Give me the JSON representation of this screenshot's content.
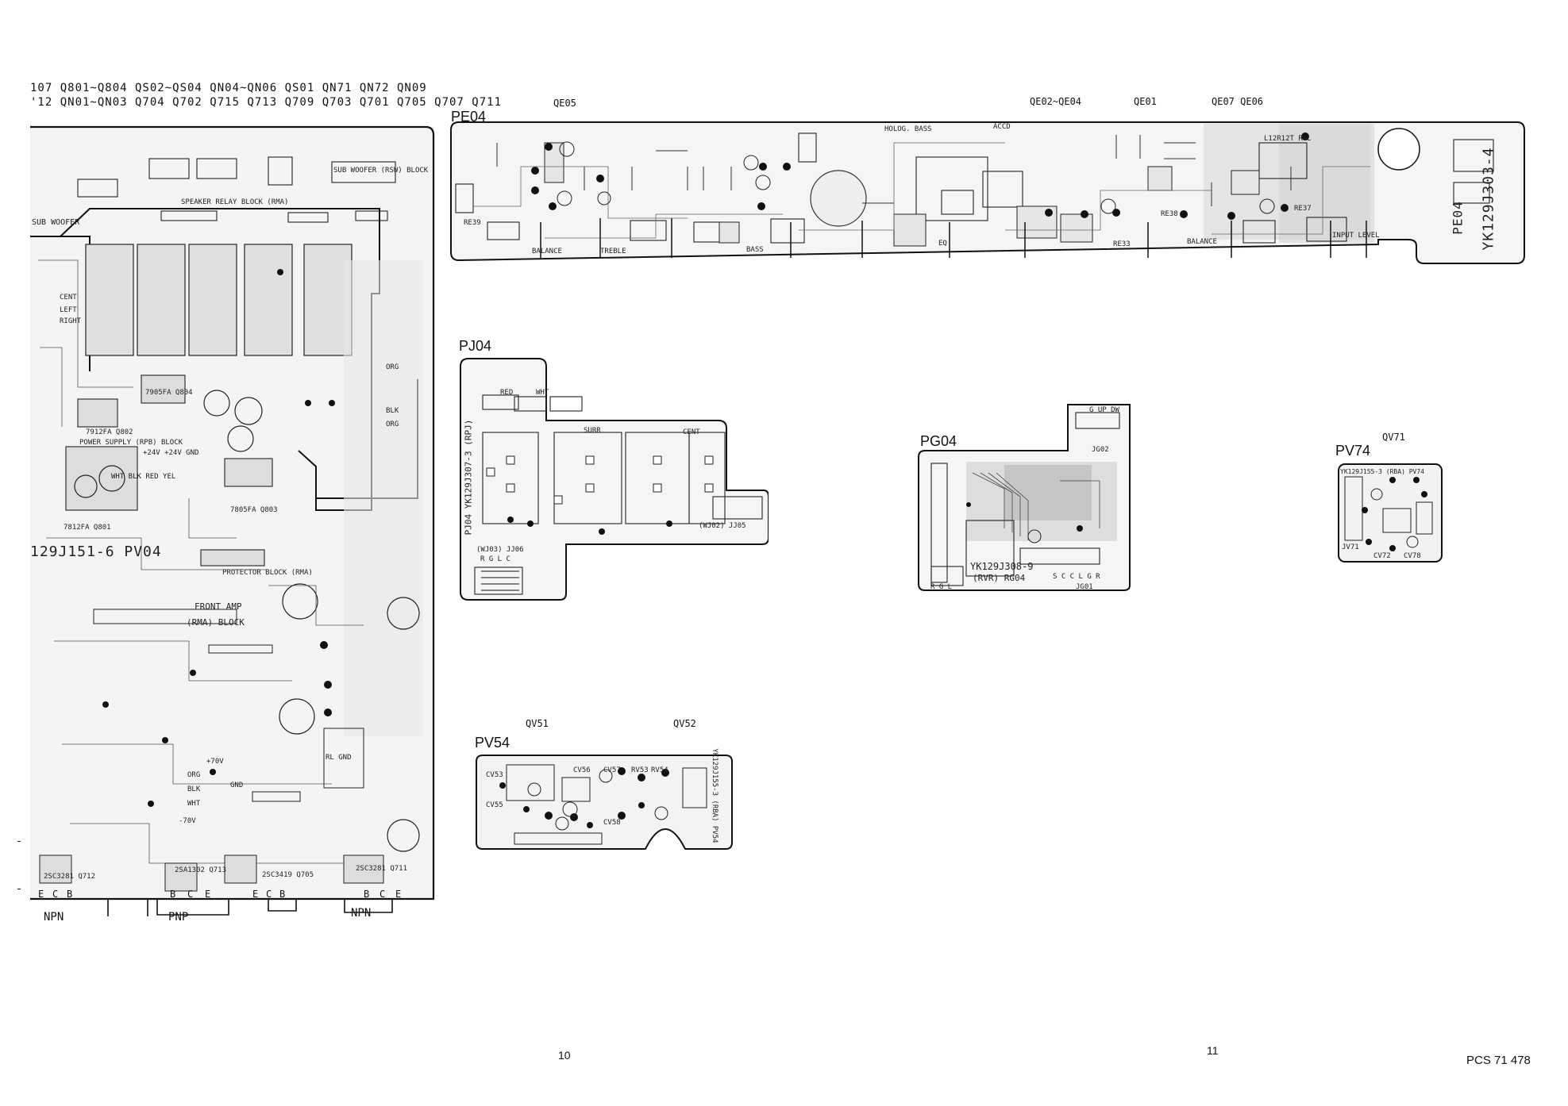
{
  "header": {
    "line1": "107 Q801~Q804  QS02~QS04    QN04~QN06  QS01  QN71  QN72  QN09",
    "line2": "'12 QN01~QN03  Q704  Q702  Q715  Q713  Q709  Q703  Q701  Q705  Q707  Q711"
  },
  "pe04": {
    "label": "PE04",
    "transistors": [
      "QE05",
      "QE02~QE04",
      "QE01",
      "QE07 QE06"
    ],
    "part_no": "YK129J303-4",
    "code": "PE04",
    "silk": [
      "RE39",
      "BALANCE",
      "TREBLE",
      "BASS",
      "EQ",
      "BALANCE",
      "INPUT LEVEL",
      "HOLOG. BASS",
      "ACCD",
      "L12R12T R&L",
      "RE37",
      "RE38",
      "RE33"
    ]
  },
  "pv04": {
    "part_no": "129J151-6 PV04",
    "silk": [
      "SUB WOOFER",
      "SPEAKER RELAY BLOCK (RMA)",
      "SUB WOOFER (RSW) BLOCK",
      "CENT",
      "LEFT",
      "RIGHT",
      "POWER SUPPLY (RPB) BLOCK",
      "7905FA Q804",
      "7912FA Q802",
      "7812FA Q801",
      "7805FA Q803",
      "WHT BLK RED YEL",
      "PROTECTOR BLOCK (RMA)",
      "FRONT AMP",
      "(RMA) BLOCK",
      "ORG",
      "BLK",
      "ORG",
      "2SA1302 Q713",
      "2SC3281 Q712",
      "2SC3419 Q705",
      "2SC3281 Q711",
      "BLK",
      "ORG",
      "WHT",
      "+70V",
      "-70V",
      "GND",
      "RL GND",
      "+24V +24V GND"
    ],
    "pins": [
      "E",
      "C",
      "B",
      "B",
      "C",
      "E",
      "E",
      "C",
      "B",
      "B",
      "C",
      "E"
    ],
    "types": [
      "NPN",
      "PNP",
      "NPN"
    ]
  },
  "pj04": {
    "label": "PJ04",
    "part_no": "PJ04 YK129J307-3 (RPJ)",
    "silk": [
      "SURR",
      "CENT",
      "RED",
      "WHT",
      "(WJ03) JJ06",
      "R G L C",
      "(WJ02) JJ05"
    ]
  },
  "pg04": {
    "label": "PG04",
    "part_no": "YK129J308-9",
    "code": "(RVR) RG04",
    "silk": [
      "G UP DW",
      "R G L",
      "JG02",
      "JG01",
      "S C C L G R"
    ]
  },
  "pv74": {
    "label": "PV74",
    "transistor": "QV71",
    "part_no": "YK129J155-3 (RBA) PV74",
    "silk": [
      "CV72",
      "CV78",
      "JV71"
    ]
  },
  "pv54": {
    "label": "PV54",
    "transistors": [
      "QV51",
      "QV52"
    ],
    "part_no": "YK129J155-3 (RBA) PV54",
    "silk": [
      "CV53",
      "CV55",
      "CV56",
      "CV57",
      "CV58",
      "RV53",
      "RV54"
    ]
  },
  "footer": {
    "page_left": "10",
    "page_right": "11",
    "doc_id": "PCS 71 478"
  }
}
